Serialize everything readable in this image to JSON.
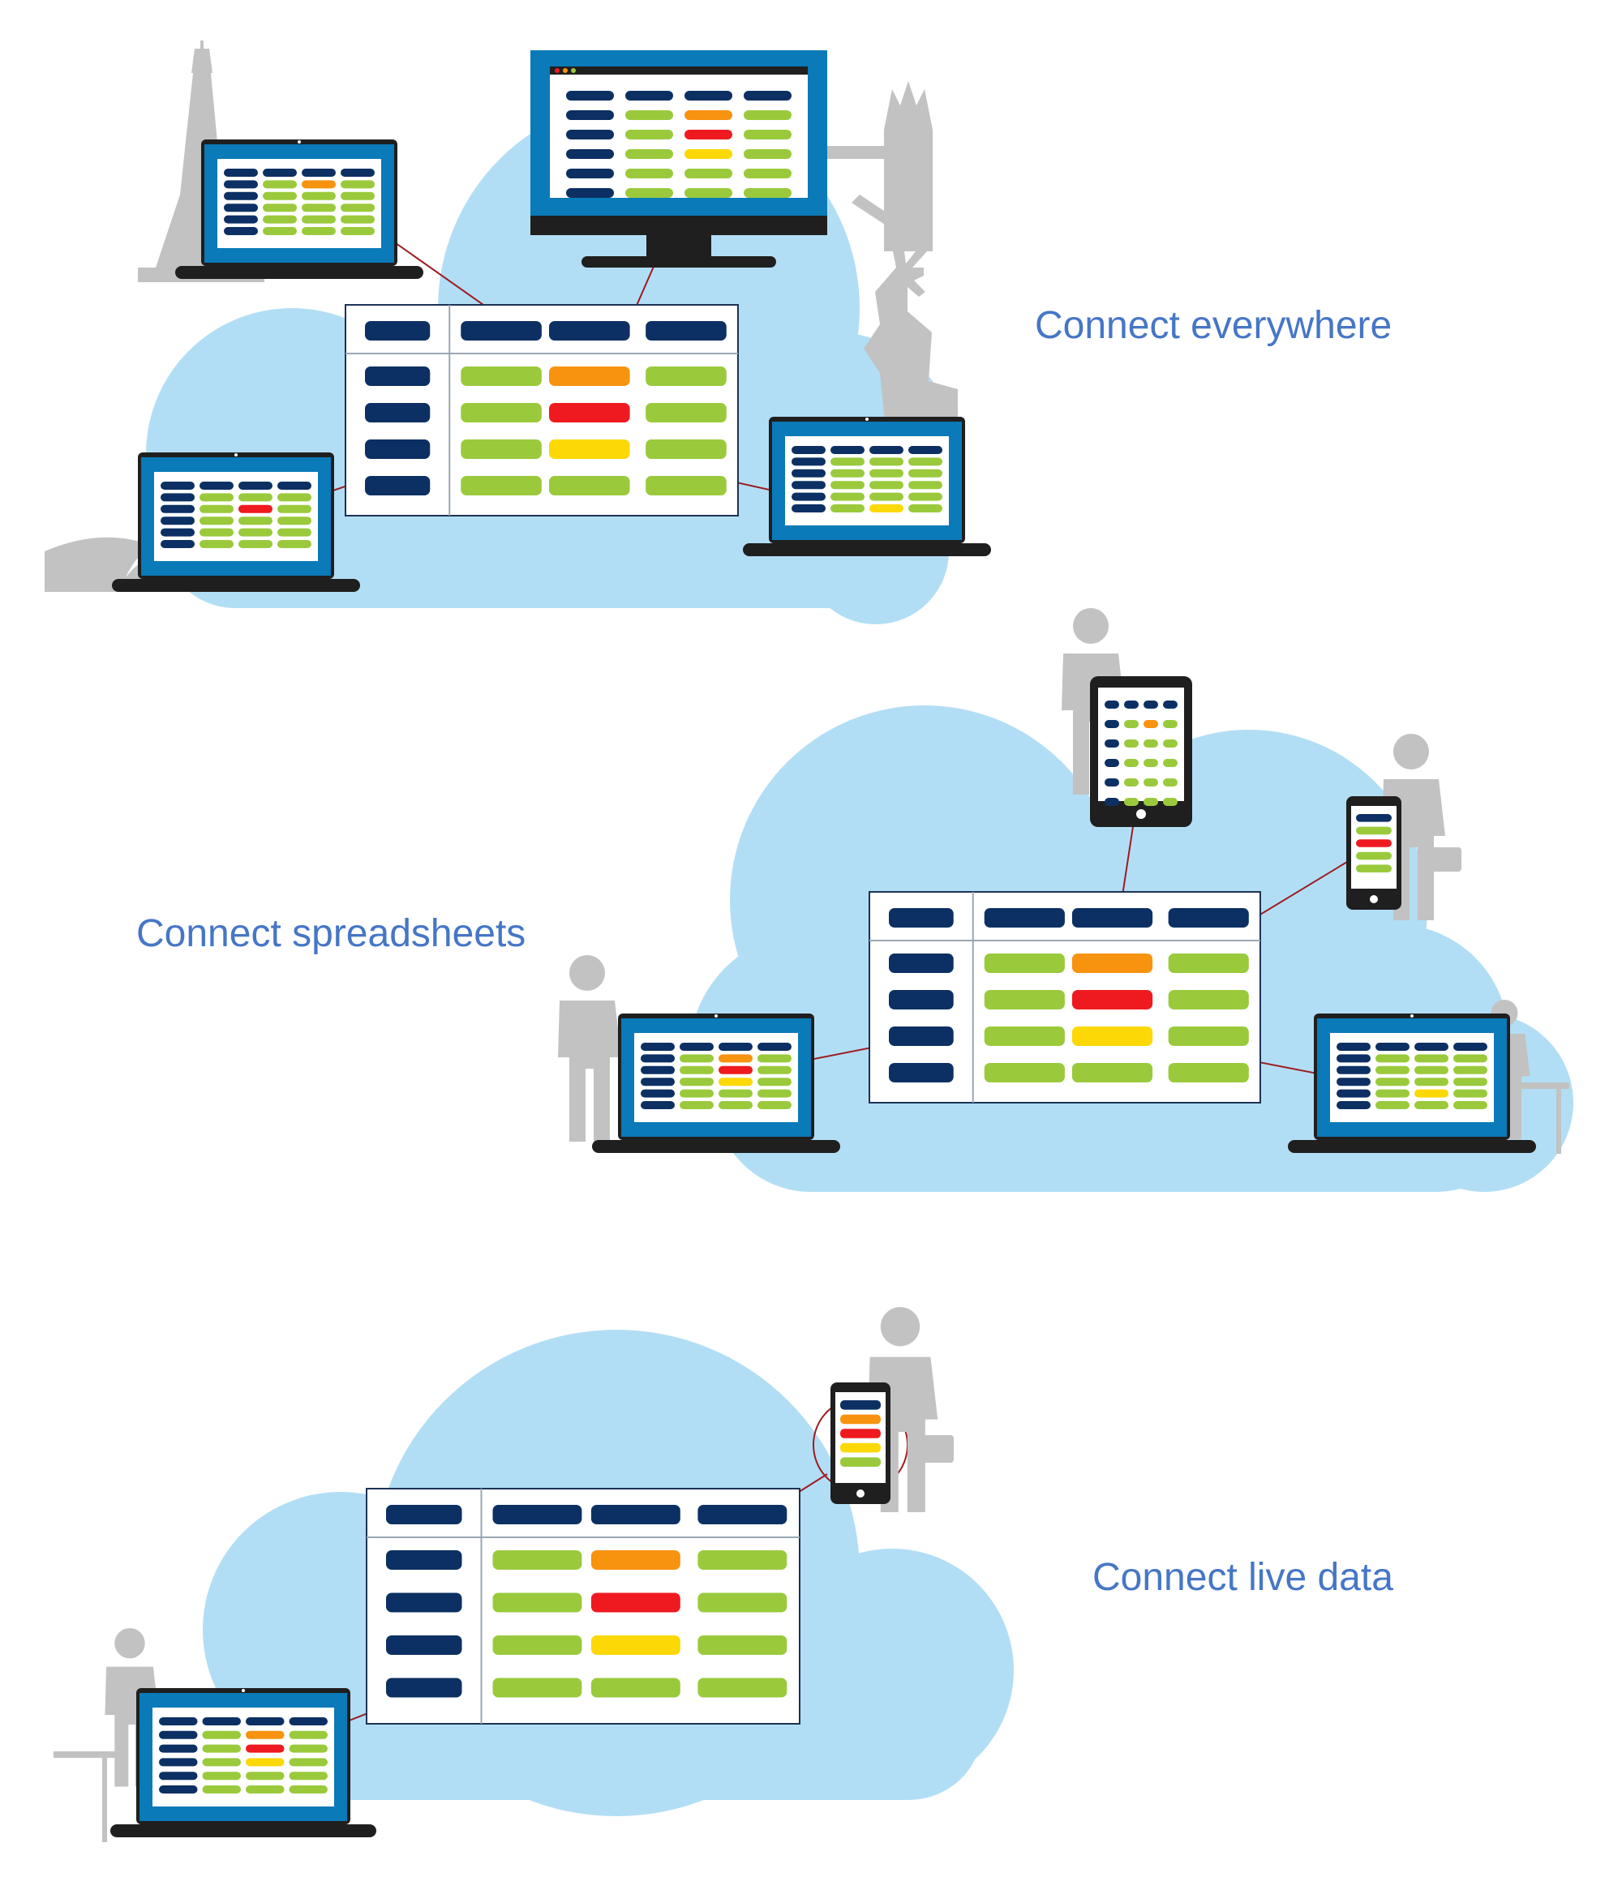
{
  "captions": {
    "everywhere": "Connect everywhere",
    "spreadsheets": "Connect spreadsheets",
    "live": "Connect live data"
  },
  "colors": {
    "cloud": "#b2def5",
    "silhouette": "#c2c2c2",
    "navy": "#0c3063",
    "green": "#9aca3c",
    "orange": "#f7930f",
    "red": "#ef1a1f",
    "yellow": "#fcd807",
    "device_blue": "#0a7ab8",
    "device_dark": "#1f1f1f",
    "link": "#9c1b1f",
    "caption": "#4676c6",
    "sheet_border": "#1b3354"
  },
  "icons": {
    "cloud": "cloud-icon",
    "laptop": "laptop-icon",
    "monitor": "monitor-icon",
    "tablet": "tablet-icon",
    "phone": "smartphone-icon",
    "eiffel": "eiffel-tower-icon",
    "tower_bridge": "tower-bridge-icon",
    "liberty": "statue-of-liberty-icon",
    "opera": "sydney-opera-house-icon",
    "person": "person-icon"
  }
}
